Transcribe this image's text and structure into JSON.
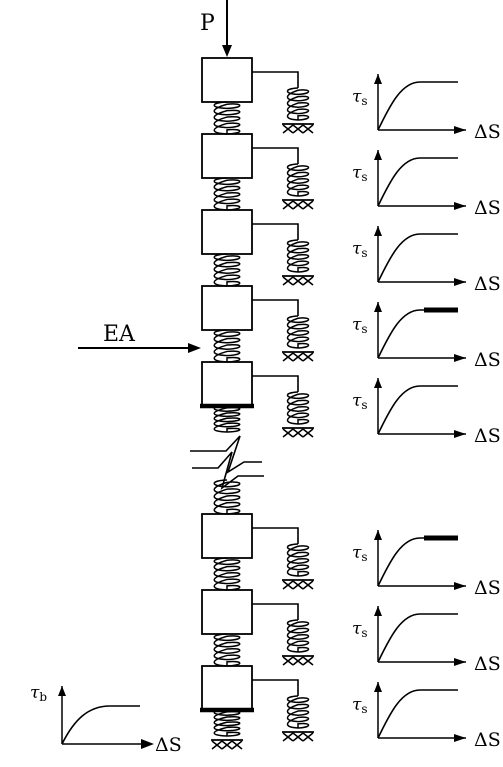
{
  "labels": {
    "load": "P",
    "stiffness": "EA",
    "shaft_stress": "τ",
    "shaft_sub": "s",
    "base_stress": "τ",
    "base_sub": "b",
    "displacement": "ΔS"
  },
  "segments": [
    {
      "index": 1,
      "highlight": false,
      "thick_plate": false
    },
    {
      "index": 2,
      "highlight": false,
      "thick_plate": false
    },
    {
      "index": 3,
      "highlight": false,
      "thick_plate": false
    },
    {
      "index": 4,
      "highlight": true,
      "thick_plate": false
    },
    {
      "index": 5,
      "highlight": false,
      "thick_plate": true
    },
    {
      "index": 6,
      "highlight": true,
      "thick_plate": false
    },
    {
      "index": 7,
      "highlight": false,
      "thick_plate": false
    },
    {
      "index": 8,
      "highlight": false,
      "thick_plate": true
    }
  ],
  "colors": {
    "line": "#000000",
    "background": "#ffffff"
  }
}
